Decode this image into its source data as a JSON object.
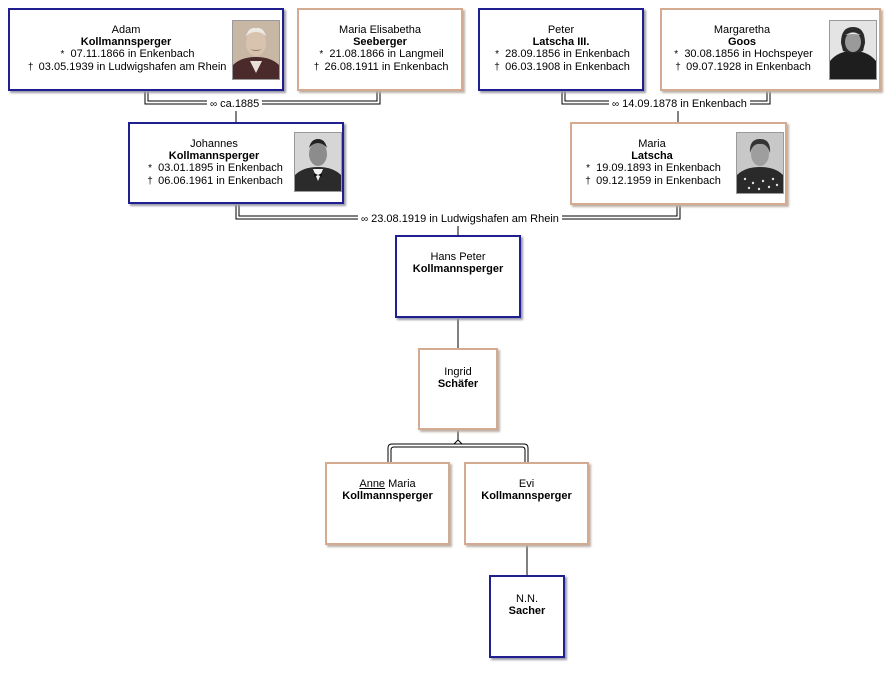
{
  "symbols": {
    "birth": "*",
    "death": "†",
    "marriage": "∞"
  },
  "colors": {
    "male_border": "#1f1f8f",
    "female_border": "#d4aa90",
    "connector": "#000000"
  },
  "persons": {
    "adam": {
      "given": "Adam",
      "surname": "Kollmannsperger",
      "birth": "07.11.1866 in Enkenbach",
      "death": "03.05.1939 in Ludwigshafen am Rhein"
    },
    "maria_elisabetha": {
      "given": "Maria Elisabetha",
      "surname": "Seeberger",
      "birth": "21.08.1866 in Langmeil",
      "death": "26.08.1911 in Enkenbach"
    },
    "peter": {
      "given": "Peter",
      "surname": "Latscha III.",
      "birth": "28.09.1856 in Enkenbach",
      "death": "06.03.1908 in Enkenbach"
    },
    "margaretha": {
      "given": "Margaretha",
      "surname": "Goos",
      "birth": "30.08.1856 in Hochspeyer",
      "death": "09.07.1928 in Enkenbach"
    },
    "johannes": {
      "given": "Johannes",
      "surname": "Kollmannsperger",
      "birth": "03.01.1895 in Enkenbach",
      "death": "06.06.1961 in Enkenbach"
    },
    "maria": {
      "given": "Maria",
      "surname": "Latscha",
      "birth": "19.09.1893 in Enkenbach",
      "death": "09.12.1959 in Enkenbach"
    },
    "hans_peter": {
      "given": "Hans Peter",
      "surname": "Kollmannsperger"
    },
    "ingrid": {
      "given": "Ingrid",
      "surname": "Schäfer"
    },
    "anne_maria": {
      "given_underlined": "Anne",
      "given_rest": " Maria",
      "surname": "Kollmannsperger"
    },
    "evi": {
      "given": "Evi",
      "surname": "Kollmannsperger"
    },
    "nn": {
      "given": "N.N.",
      "surname": "Sacher"
    }
  },
  "marriages": {
    "adam_maria": "ca.1885",
    "peter_margaretha": "14.09.1878 in Enkenbach",
    "johannes_maria": "23.08.1919 in Ludwigshafen am Rhein"
  },
  "photos": {
    "adam": "portrait of an older man with grey hair and moustache",
    "margaretha": "portrait of an elderly woman in dark clothing",
    "johannes": "portrait of a man in suit and bow tie",
    "maria": "portrait of a woman in a dotted dress"
  }
}
